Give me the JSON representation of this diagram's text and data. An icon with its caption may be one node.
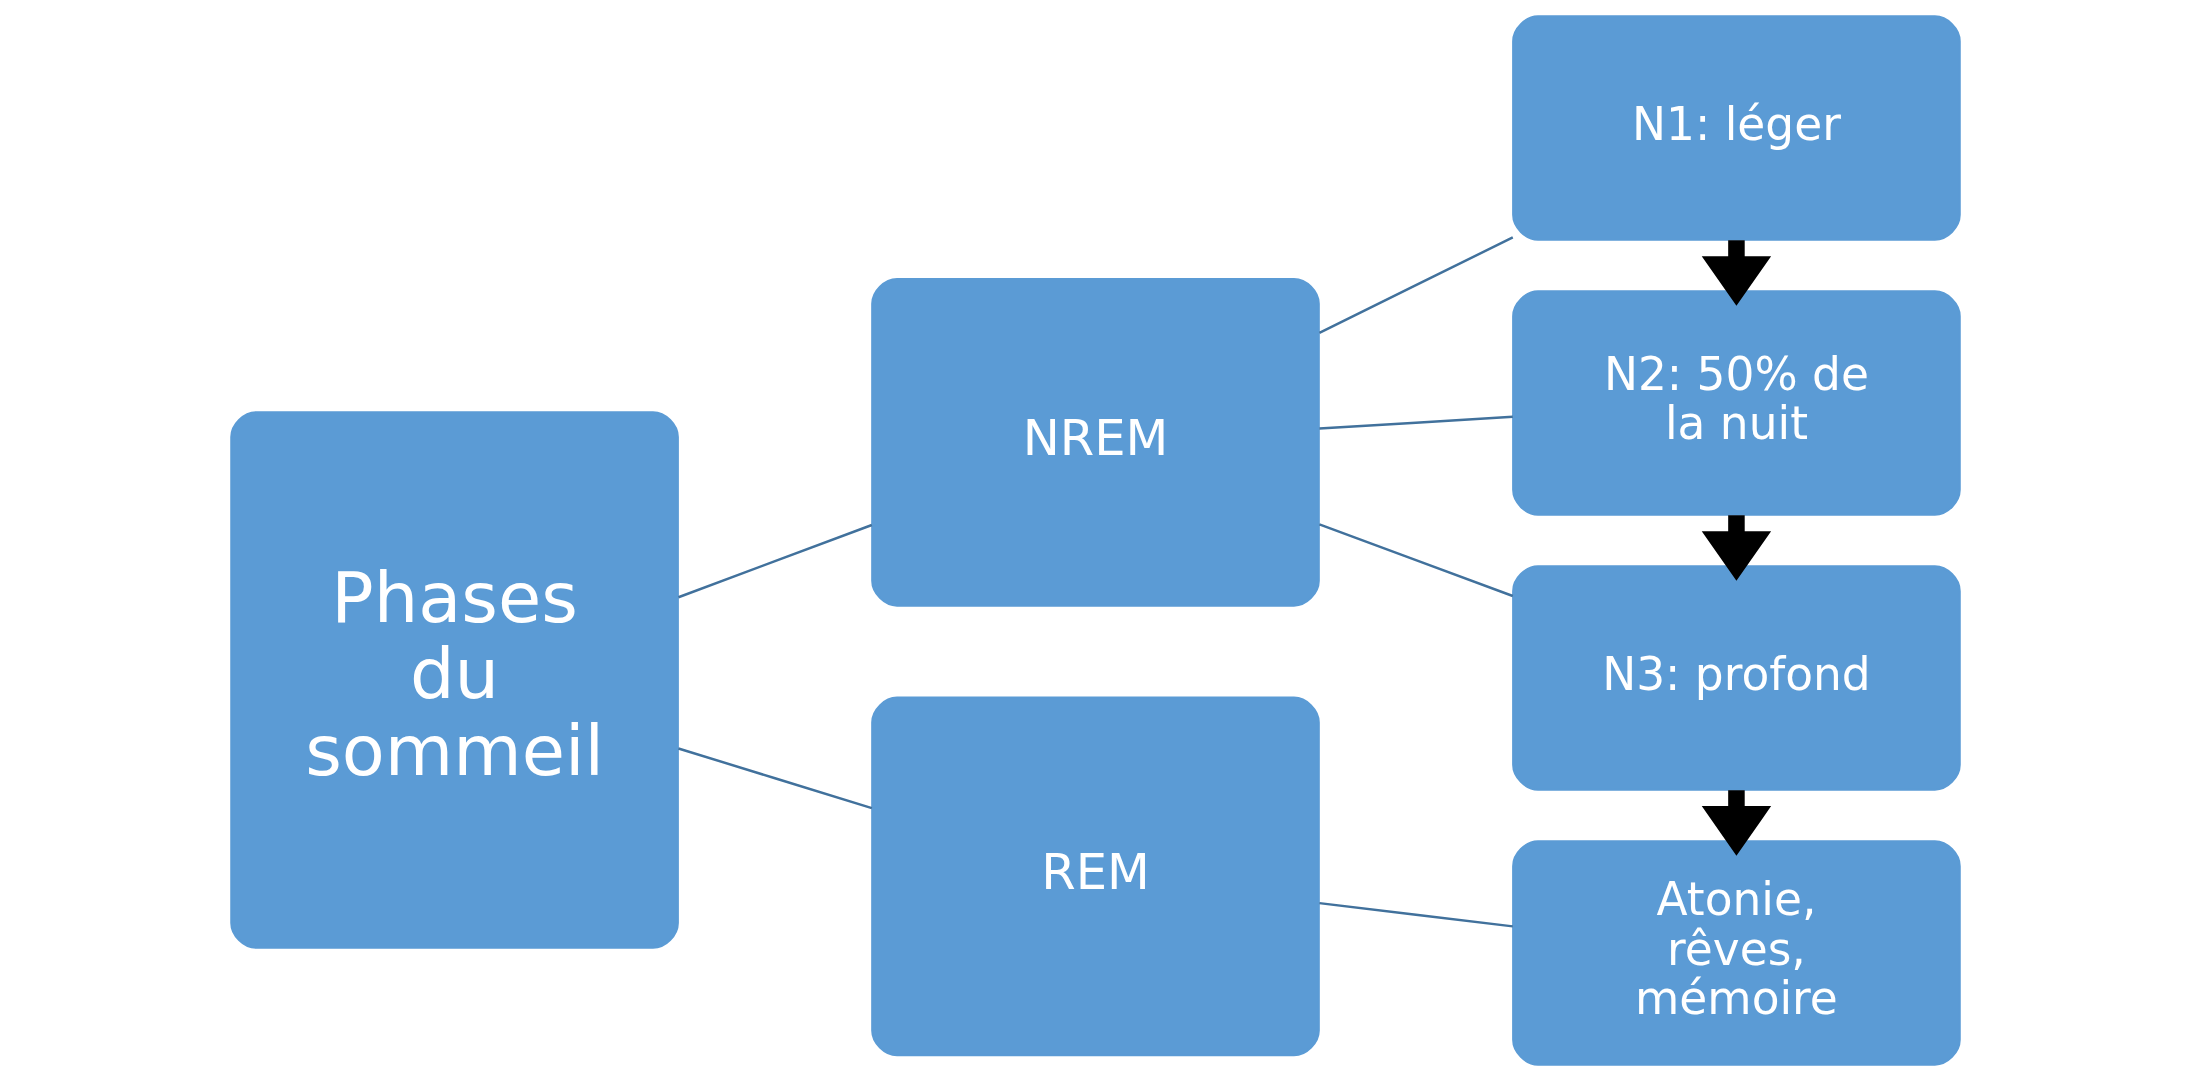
{
  "diagram": {
    "nodes": [
      {
        "text": [
          "Phases du sommeil"
        ]
      },
      {
        "text": [
          "NREM"
        ]
      },
      {
        "text": [
          "N1: léger"
        ]
      },
      {
        "text": [
          "N2: 50% de la nuit"
        ]
      },
      {
        "text": [
          "N3: profond"
        ]
      },
      {
        "text": [
          "REM"
        ]
      },
      {
        "text": [
          "Atonie, rêves, mémoire"
        ]
      }
    ],
    "edges": [
      {
        "from": 0,
        "to": 1,
        "arrow": "none"
      },
      {
        "from": 0,
        "to": 5,
        "arrow": "none"
      },
      {
        "from": 1,
        "to": 2,
        "arrow": "none"
      },
      {
        "from": 1,
        "to": 3,
        "arrow": "none"
      },
      {
        "from": 1,
        "to": 4,
        "arrow": "none"
      },
      {
        "from": 5,
        "to": 6,
        "arrow": "none"
      },
      {
        "from": 2,
        "to": 3,
        "arrow": "to",
        "style": "thick",
        "color": "#000000"
      },
      {
        "from": 3,
        "to": 4,
        "arrow": "to",
        "style": "thick",
        "color": "#000000"
      },
      {
        "from": 4,
        "to": 6,
        "arrow": "to",
        "style": "thick",
        "color": "#000000"
      }
    ]
  }
}
